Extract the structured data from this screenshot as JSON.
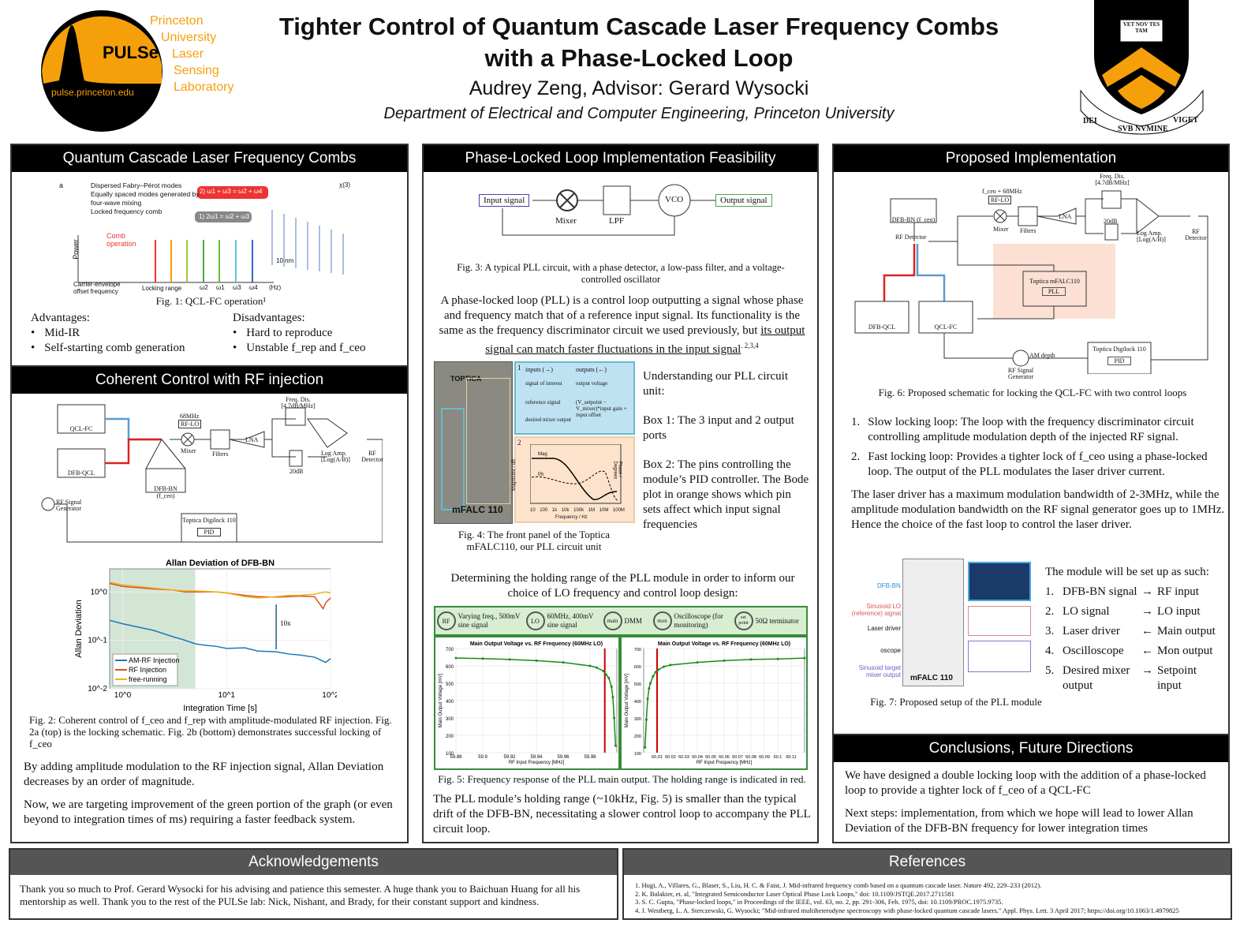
{
  "header": {
    "title_line1": "Tighter Control of Quantum Cascade Laser Frequency Combs",
    "title_line2": "with a Phase-Locked Loop",
    "authors": "Audrey Zeng, Advisor: Gerard Wysocki",
    "department": "Department of Electrical and Computer Engineering, Princeton University",
    "logo": {
      "text": "PULSe",
      "url": "pulse.princeton.edu",
      "lab_words": [
        "Princeton",
        "University",
        "Laser",
        "Sensing",
        "Laboratory"
      ]
    },
    "seal": {
      "book_text": "VET NOV TES TAM",
      "motto": [
        "DEI",
        "SVB NVMINE",
        "VIGET"
      ]
    },
    "brand_orange": "#F5A00A"
  },
  "qcl": {
    "title": "Quantum Cascade Laser Frequency Combs",
    "fig_labels": {
      "legend": [
        "Dispersed Fabry–Pérot modes",
        "Equally spaced modes generated by four-wave mixing",
        "Locked frequency comb"
      ],
      "comb_operation": "Comb operation",
      "power": "Power",
      "ceo": "Carrier-envelope offset frequency",
      "locking_range": "Locking range",
      "hz": "(Hz)",
      "eq1": "1) 2ω1 = ω2 + ω3",
      "eq2": "2) ω1 + ω3 = ω2 + ω4",
      "scale": "10 nm",
      "chi": "χ(3)",
      "omegas": [
        "ω2",
        "ω1",
        "ω3",
        "ω4"
      ],
      "letter": "a"
    },
    "caption": "Fig. 1: QCL-FC operation¹",
    "adv_title": "Advantages:",
    "advantages": [
      "Mid-IR",
      "Self-starting comb generation"
    ],
    "dis_title": "Disadvantages:",
    "disadvantages": [
      "Hard to reproduce",
      "Unstable f_rep and f_ceo"
    ]
  },
  "coherent": {
    "title": "Coherent Control with RF injection",
    "labels": {
      "qclfc": "QCL-FC",
      "dfbqcl": "DFB-QCL",
      "dfbbn": "DFB-BN (f_ceo)",
      "lo_freq": "68MHz",
      "rflo": "RF-LO",
      "mixer": "Mixer",
      "filters": "Filters",
      "lna": "LNA",
      "freqdis": "Freq. Dis. [4.7dB/MHz]",
      "att": "20dB",
      "logamp": "Log Amp. [Log(A/B)]",
      "rfdet": "RF Detector",
      "rfgen": "RF Signal Generator",
      "digilock": "Toptica Digilock 110",
      "pid": "PID"
    },
    "caption": "Fig. 2: Coherent control of f_ceo and f_rep with amplitude-modulated RF injection. Fig. 2a (top) is the locking schematic. Fig. 2b (bottom) demonstrates successful locking of f_ceo",
    "p1": "By adding amplitude modulation to the RF injection signal, Allan Deviation decreases by an order of magnitude.",
    "p2": "Now, we are targeting improvement of the green portion of the graph (or even beyond to integration times of ms) requiring a faster feedback system."
  },
  "pll": {
    "title": "Phase-Locked Loop Implementation Feasibility",
    "fig3": {
      "input": "Input signal",
      "mixer": "Mixer",
      "lpf": "LPF",
      "vco": "VCO",
      "output": "Output signal"
    },
    "fig3_caption": "Fig. 3: A typical PLL circuit, with a phase detector, a low-pass filter, and a voltage-controlled oscillator",
    "para": "A phase-locked loop (PLL) is a control loop outputting a signal whose phase and frequency match that of a reference input signal. Its functionality is the same as the frequency discriminator circuit we used previously, but ",
    "para_u": "its output signal can match faster fluctuations in the input signal",
    "para_ref": ". 2,3,4",
    "fig4": {
      "box1": "1",
      "box2": "2",
      "inputs": "inputs (→)",
      "outputs": "outputs (←)",
      "rf": "signal of interest",
      "lo": "reference signal",
      "setpoint": "desired mixer output",
      "main": "output voltage",
      "mon": "(V_setpoint − V_mixer)*input gain + input offset",
      "brand": "TOPTICA",
      "model": "mFALC 110",
      "bode": {
        "mag": "Mag",
        "ph": "Ph",
        "ylabel": "Magnitude / dB",
        "y2label": "Phase / Degrees",
        "xlabel": "Frequency / Hz",
        "xticks": [
          "10",
          "100",
          "1k",
          "10k",
          "100k",
          "1M",
          "10M",
          "100M"
        ]
      }
    },
    "fig4_caption": "Fig. 4: The front panel of the Toptica mFALC110, our PLL circuit unit",
    "side": [
      "Understanding our PLL circuit unit:",
      "Box 1: The 3 input and 2 output ports",
      "Box 2: The pins controlling the module’s PID controller. The Bode plot in orange shows which pin sets affect which input signal frequencies"
    ],
    "holding_text": "Determining the holding range of the PLL module in order to inform our choice of LO frequency and control loop design:",
    "setup": [
      {
        "icon": "RF",
        "text": "Varying freq., 500mV sine signal"
      },
      {
        "icon": "LO",
        "text": "60MHz, 400mV sine signal"
      },
      {
        "icon": "main",
        "text": "DMM"
      },
      {
        "icon": "mon",
        "text": "Oscilloscope (for monitoring)"
      },
      {
        "icon": "set point",
        "text": "50Ω terminator"
      }
    ],
    "fig5_caption": "Fig. 5: Frequency response of the PLL main output. The holding range is indicated in red.",
    "conclusion": "The PLL module’s holding range (~10kHz, Fig. 5) is smaller than the typical drift of the DFB-BN, necessitating a slower control loop to accompany the PLL circuit loop."
  },
  "proposed": {
    "title": "Proposed Implementation",
    "labels": {
      "dfbbn": "DFB-BN (f_ceo)",
      "rfdet": "RF Detector",
      "lo": "f_ceo + 68MHz",
      "rflo": "RF-LO",
      "mixer": "Mixer",
      "filters": "Filters",
      "lna": "LNA",
      "freqdis": "Freq. Dis. [4.7dB/MHz]",
      "att": "20dB",
      "logamp": "Log Amp. [Log(A/B)]",
      "rfdet2": "RF Detector",
      "mfalc": "Toptica mFALC110",
      "pll": "PLL",
      "dfbqcl": "DFB-QCL",
      "qclfc": "QCL-FC",
      "amdepth": "AM depth",
      "rfgen": "RF Signal Generator",
      "digilock": "Toptica Digilock 110",
      "pid": "PID"
    },
    "fig6_caption": "Fig. 6: Proposed schematic for locking the QCL-FC with two control loops",
    "loops": [
      "Slow locking loop: The loop with the frequency discriminator circuit controlling amplitude modulation depth of the injected RF signal.",
      "Fast locking loop: Provides a tighter lock of f_ceo using a phase-locked loop. The output of the PLL modulates the laser driver current."
    ],
    "para": "The laser driver has a maximum modulation bandwidth of 2-3MHz, while the amplitude modulation bandwidth on the RF signal generator goes up to 1MHz. Hence the choice of the fast loop to control the laser driver.",
    "fig7_labels": [
      "DFB-BN",
      "Sinusoid LO (reference) signal",
      "Laser driver",
      "oscope",
      "Sinusoid target mixer output"
    ],
    "fig7_model": "mFALC 110",
    "setup_title": "The module will be set up as such:",
    "setup": [
      {
        "from": "DFB-BN signal",
        "arrow": "→",
        "to": "RF input"
      },
      {
        "from": "LO signal",
        "arrow": "→",
        "to": "LO input"
      },
      {
        "from": "Laser driver",
        "arrow": "←",
        "to": "Main output"
      },
      {
        "from": "Oscilloscope",
        "arrow": "←",
        "to": "Mon output"
      },
      {
        "from": "Desired mixer output",
        "arrow": "→",
        "to": "Setpoint input"
      }
    ],
    "fig7_caption": "Fig. 7: Proposed setup of the PLL module"
  },
  "conclusions": {
    "title": "Conclusions, Future Directions",
    "p1": "We have designed a double locking loop with the addition of a phase-locked loop to provide a tighter lock of f_ceo of a QCL-FC",
    "p2": "Next steps: implementation, from which we hope will lead to lower Allan Deviation of the DFB-BN frequency for lower integration times"
  },
  "ack": {
    "title": "Acknowledgements",
    "text": "Thank you so much to Prof. Gerard Wysocki for his advising and patience this semester. A huge thank you to Baichuan Huang for all his mentorship as well. Thank you to the rest of the PULSe lab: Nick, Nishant, and Brady, for their constant support and kindness."
  },
  "refs": {
    "title": "References",
    "items": [
      "1. Hugi, A., Villares, G., Blaser, S., Liu, H. C. & Faist, J. Mid-infrared frequency comb based on a quantum cascade laser. Nature 492, 229–233 (2012).",
      "2. K. Balakier, et. al, \"Integrated Semiconductor Laser Optical Phase Lock Loops,\" doi: 10.1109/JSTQE.2017.2711581",
      "3. S. C. Gupta, \"Phase-locked loops,\" in Proceedings of the IEEE, vol. 63, no. 2, pp. 291-306, Feb. 1975, doi: 10.1109/PROC.1975.9735.",
      "4. J. Westberg, L. A. Sterczewski, G. Wysocki; \"Mid-infrared multiheterodyne spectroscopy with phase-locked quantum cascade lasers.\" Appl. Phys. Lett. 3 April 2017; https://doi.org/10.1063/1.4979825"
    ]
  },
  "chart_data": [
    {
      "type": "line",
      "title": "Allan Deviation of DFB-BN",
      "xlabel": "Integration Time [s]",
      "ylabel": "Allan Deviation",
      "xscale": "log",
      "yscale": "log",
      "xlim": [
        0.75,
        100
      ],
      "ylim": [
        0.01,
        3
      ],
      "xticks": [
        "10^0",
        "10^1",
        "10^2"
      ],
      "yticks": [
        "10^-2",
        "10^-1",
        "10^0"
      ],
      "annotation": "10x",
      "shaded_region": [
        0.75,
        5
      ],
      "legend": "bottom-left",
      "series": [
        {
          "name": "AM-RF Injection",
          "color": "#1f77b4",
          "x": [
            0.75,
            1,
            2,
            3,
            4,
            5,
            6,
            8,
            10,
            15,
            20,
            30,
            40,
            50,
            70,
            90,
            100
          ],
          "y": [
            0.26,
            0.22,
            0.16,
            0.12,
            0.1,
            0.085,
            0.08,
            0.075,
            0.068,
            0.07,
            0.06,
            0.058,
            0.052,
            0.05,
            0.045,
            0.035,
            0.042
          ]
        },
        {
          "name": "RF Injection",
          "color": "#d95319",
          "x": [
            0.75,
            1,
            2,
            3,
            4,
            5,
            8,
            10,
            15,
            20,
            30,
            40,
            50,
            70,
            85,
            90,
            100
          ],
          "y": [
            1.5,
            1.3,
            1.15,
            1.1,
            1.0,
            1.0,
            1.0,
            0.95,
            0.85,
            0.8,
            0.78,
            0.8,
            0.82,
            0.8,
            0.45,
            0.6,
            0.75
          ]
        },
        {
          "name": "free-running",
          "color": "#edb120",
          "x": [
            0.75,
            1,
            2,
            3,
            4,
            5,
            8,
            10,
            15,
            20,
            30,
            40,
            50,
            70,
            90,
            100
          ],
          "y": [
            1.6,
            1.4,
            1.2,
            1.1,
            1.05,
            1.05,
            1.0,
            0.95,
            0.8,
            0.75,
            0.8,
            0.85,
            0.85,
            0.9,
            1.0,
            0.95
          ]
        }
      ]
    },
    {
      "type": "line",
      "title": "Main Output Voltage vs. RF Frequency (60MHz LO)",
      "xlabel": "RF Input Frequency [MHz]",
      "ylabel": "Main Output Voltage [mV]",
      "xlim": [
        59.88,
        60.0
      ],
      "ylim": [
        100,
        700
      ],
      "xticks": [
        "59.88",
        "59.9",
        "59.92",
        "59.94",
        "59.96",
        "59.98"
      ],
      "yticks": [
        "100",
        "200",
        "300",
        "400",
        "500",
        "600",
        "700"
      ],
      "holding_edge": 59.991,
      "series": [
        {
          "name": "main output",
          "color": "#1a8a1a",
          "x": [
            59.88,
            59.9,
            59.92,
            59.94,
            59.96,
            59.98,
            59.985,
            59.99,
            59.992,
            59.994,
            59.996,
            59.997,
            59.998,
            59.999
          ],
          "y": [
            645,
            642,
            637,
            630,
            620,
            600,
            590,
            570,
            550,
            530,
            480,
            420,
            300,
            140
          ]
        }
      ]
    },
    {
      "type": "line",
      "title": "Main Output Voltage vs. RF Frequency (60MHz LO)",
      "xlabel": "RF Input Frequency [MHz]",
      "ylabel": "Main Output Voltage [mV]",
      "xlim": [
        60.0,
        60.12
      ],
      "ylim": [
        100,
        700
      ],
      "xticks": [
        "60.01",
        "60.02",
        "60.03",
        "60.04",
        "60.05",
        "60.06",
        "60.07",
        "60.08",
        "60.09",
        "60.1",
        "60.11"
      ],
      "yticks": [
        "100",
        "200",
        "300",
        "400",
        "500",
        "600",
        "700"
      ],
      "holding_edge": 60.01,
      "series": [
        {
          "name": "main output",
          "color": "#1a8a1a",
          "x": [
            60.001,
            60.002,
            60.003,
            60.004,
            60.005,
            60.007,
            60.009,
            60.011,
            60.015,
            60.02,
            60.04,
            60.06,
            60.08,
            60.1,
            60.12
          ],
          "y": [
            130,
            290,
            410,
            470,
            500,
            540,
            565,
            578,
            595,
            605,
            620,
            630,
            637,
            640,
            645
          ]
        }
      ]
    }
  ]
}
